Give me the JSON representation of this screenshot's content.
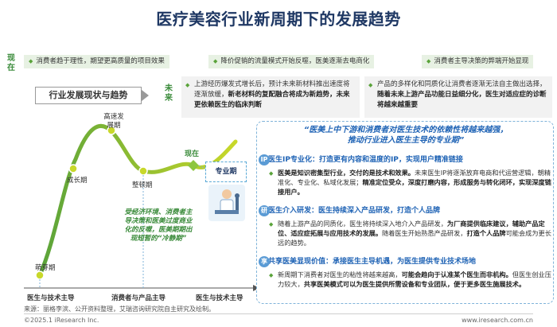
{
  "title": "医疗美容行业新周期下的发展趋势",
  "labels": {
    "now": "现在",
    "future": "未来",
    "now_point": "现在"
  },
  "current_tags": [
    "消费者趋于理性，期望更高质量的项目效果",
    "降价促销的流量模式开始反噬，医美逐渐去电商化",
    "消费者主导决策的弊端开始显现"
  ],
  "chart_title": "行业发展现状与趋势",
  "future_boxes": [
    {
      "plain1": "上游经历爆发式增长后，预计未来新材料推出速度将逐渐放缓，",
      "bold": "新老材料的复配融合将成为新趋势，未来更依赖医生的临床判断",
      "plain2": ""
    },
    {
      "plain1": "产品的多样化和同质化让消费者逐渐无法自主做出选择，",
      "bold": "随着未来上游产品功能日益细分化，医生对适应症的诊断将越来越重要",
      "plain2": ""
    }
  ],
  "stages": {
    "germination": "萌芽期",
    "growth": "成长期",
    "rapid1": "高速发",
    "rapid2": "展期",
    "adjust": "整顿期",
    "professional": "专业期"
  },
  "curve_note": [
    "受经济环境、消费者主",
    "导决策和医美过度商业",
    "化的反噬，医美期期出",
    "现短暂的“冷静期”"
  ],
  "axis": [
    "医生与技术主导",
    "消费者与产品主导",
    "医生与技术主导"
  ],
  "panel": {
    "quote1": "“医美上中下游和消费者对医生技术的依赖性将越来越强，",
    "quote2": "推动行业进入医生主导的专业期”",
    "sections": [
      {
        "icon": "IP",
        "title": "医生IP专业化：打造更有内容和温度的IP，实现用户精准链接",
        "body": [
          {
            "t": "医美是知识密集型行业，交付的是技术和效果。",
            "b": true
          },
          {
            "t": "未来医生IP将逐渐放弃电商和代运营逻辑，朝精准化、专业化、私域化发展；",
            "b": false
          },
          {
            "t": "精准定位受众，深度打磨内容，形成服务与转化闭环，实现深度链接用户。",
            "b": true
          }
        ]
      },
      {
        "icon": "研",
        "title": "医生介入研发：医生持续深入产品研发，打造个人品牌",
        "body": [
          {
            "t": "随着上游产品的同质化，医生将持续深入地介入产品研发，",
            "b": false
          },
          {
            "t": "为厂商提供临床建议，辅助产品定位、适应症拓展与应用技术的发展。",
            "b": true
          },
          {
            "t": "随着医生开始熟悉产品研发，",
            "b": false
          },
          {
            "t": "打造个人品牌",
            "b": true
          },
          {
            "t": "可能会成为更长远的趋势。",
            "b": false
          }
        ]
      },
      {
        "icon": "享",
        "title": "共享医美显现价值：承接医生主导机遇，为医生提供专业技术场地",
        "body": [
          {
            "t": "新周期下消费者对医生的粘性将越来越高，",
            "b": false
          },
          {
            "t": "可能会趋向于认准某个医生而非机构。",
            "b": true
          },
          {
            "t": "但医生创业压力较大，",
            "b": false
          },
          {
            "t": "共享医美模式可以为医生提供所需设备和专业团队，便于更多医生施展技术。",
            "b": true
          }
        ]
      }
    ]
  },
  "source": "来源：丽格李滨、公开资料整理，艾瑞咨询研究院自主研究及绘制。",
  "footer_left": "©2025.1 iResearch Inc.",
  "footer_right": "www.iresearch.com.cn"
}
